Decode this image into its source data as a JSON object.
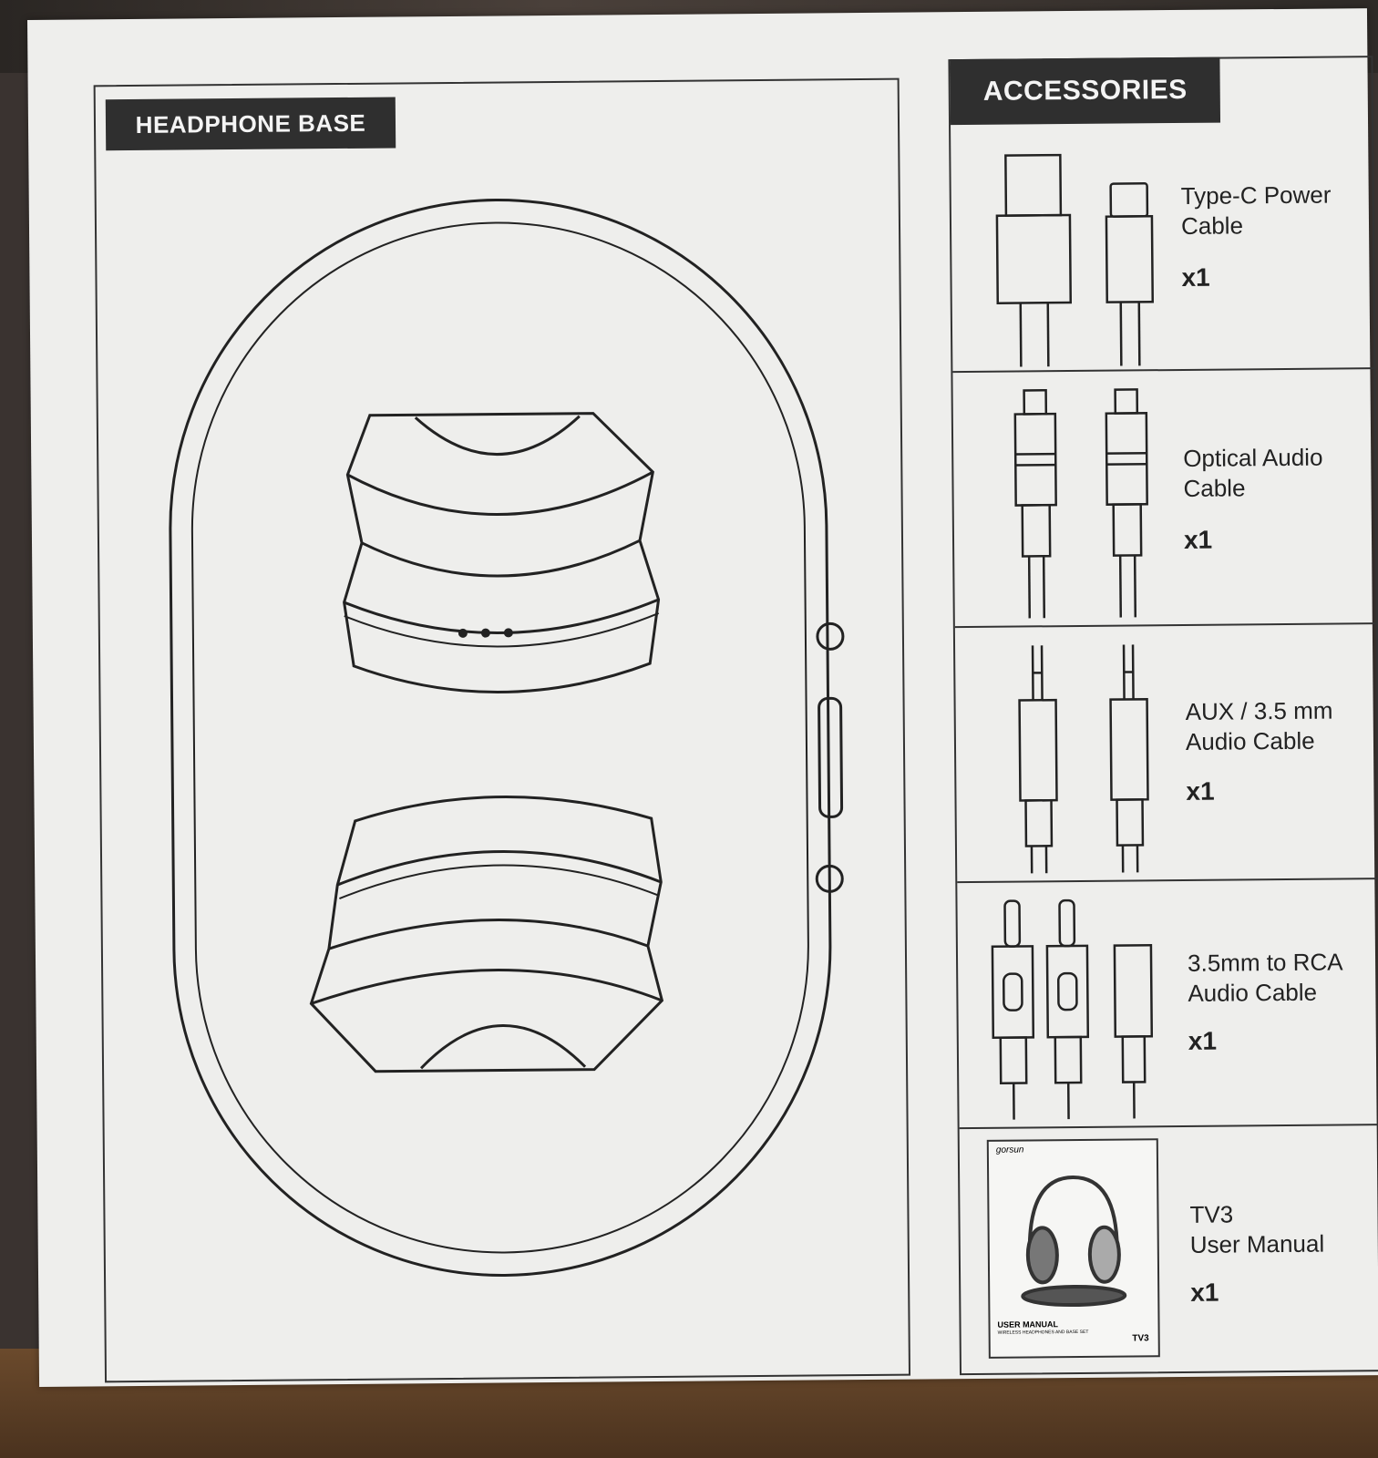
{
  "left_panel": {
    "title": "HEADPHONE BASE"
  },
  "right_panel": {
    "title": "ACCESSORIES",
    "items": [
      {
        "label": "Type-C Power\nCable",
        "qty": "x1",
        "icon": "usb-typec-cable-icon"
      },
      {
        "label": "Optical Audio\nCable",
        "qty": "x1",
        "icon": "optical-cable-icon"
      },
      {
        "label": "AUX / 3.5 mm\nAudio Cable",
        "qty": "x1",
        "icon": "aux-cable-icon"
      },
      {
        "label": "3.5mm to RCA\nAudio Cable",
        "qty": "x1",
        "icon": "rca-cable-icon"
      },
      {
        "label": "TV3\nUser Manual",
        "qty": "x1",
        "icon": "user-manual-icon"
      }
    ]
  },
  "manual_cover": {
    "brand": "gorsun",
    "title": "USER MANUAL",
    "subtitle": "WIRELESS HEADPHONES AND BASE SET",
    "model": "TV3"
  }
}
